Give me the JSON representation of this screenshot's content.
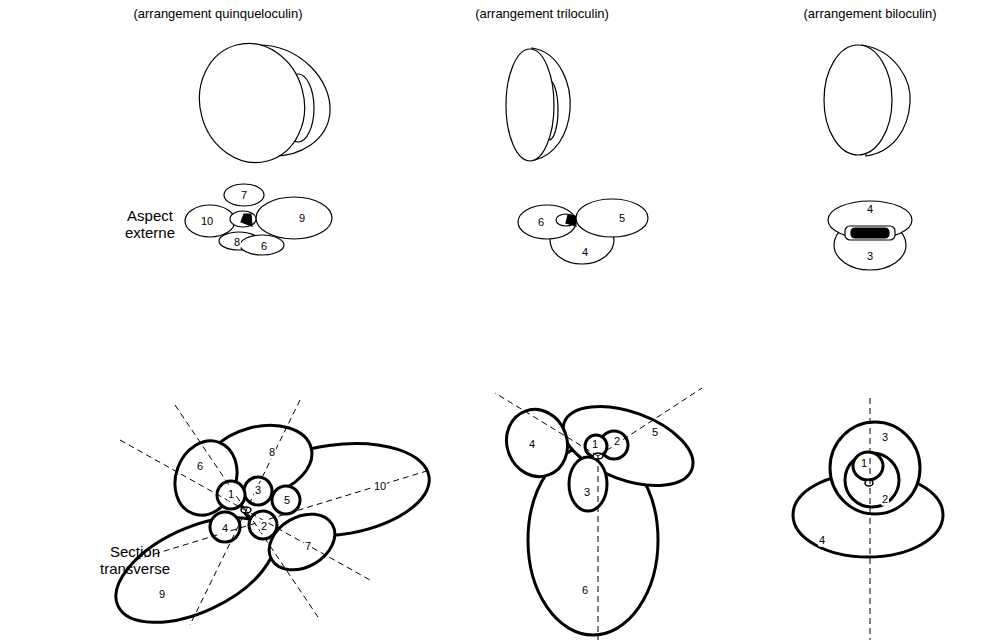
{
  "diagram": {
    "labels": [
      "(arrangement quinqueloculin)",
      "(arrangement triloculin)",
      "(arrangement biloculin)",
      "Aspect externe",
      "Section transverse",
      "7",
      "10",
      "9",
      "8",
      "6",
      "8",
      "10",
      "6",
      "1",
      "3",
      "5",
      "4",
      "2",
      "7",
      "9",
      "6",
      "5",
      "4",
      "5",
      "4",
      "1",
      "2",
      "3",
      "6",
      "4",
      "3",
      "3",
      "1",
      "2",
      "4"
    ]
  }
}
